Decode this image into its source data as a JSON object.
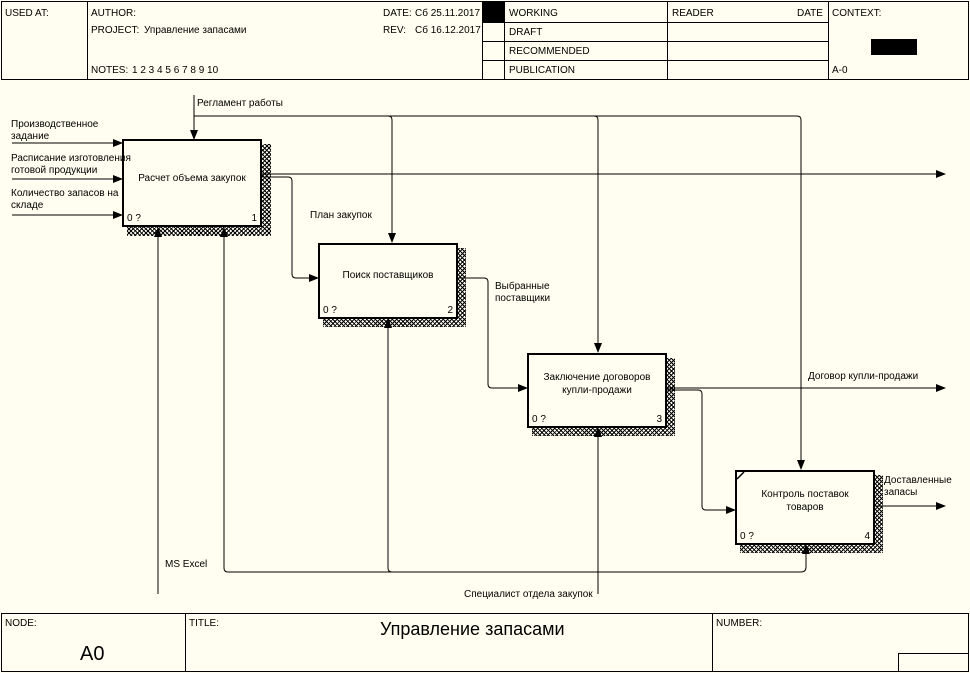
{
  "header": {
    "used_at_label": "USED AT:",
    "author_label": "AUTHOR:",
    "project_label": "PROJECT:",
    "project_value": "Управление запасами",
    "notes_label": "NOTES:",
    "notes_value": "1  2  3  4  5  6  7  8  9  10",
    "date_label": "DATE:",
    "date_value": "Сб 25.11.2017",
    "rev_label": "REV:",
    "rev_value": "Сб 16.12.2017",
    "status": [
      "WORKING",
      "DRAFT",
      "RECOMMENDED",
      "PUBLICATION"
    ],
    "reader_label": "READER",
    "reader_date_label": "DATE",
    "context_label": "CONTEXT:",
    "context_node": "A-0"
  },
  "diagram": {
    "boxes": [
      {
        "title": "Расчет объема закупок",
        "cost": "0 ?",
        "number": "1"
      },
      {
        "title": "Поиск поставщиков",
        "cost": "0 ?",
        "number": "2"
      },
      {
        "title": "Заключение договоров\nкупли-продажи",
        "cost": "0 ?",
        "number": "3"
      },
      {
        "title": "Контроль поставок\nтоваров",
        "cost": "0 ?",
        "number": "4"
      }
    ],
    "arrows": {
      "reglament": "Регламент работы",
      "prod_task": "Производственное\nзадание",
      "schedule": "Расписание изготовления\nготовой продукции",
      "stock": "Количество запасов на\nскладе",
      "plan": "План закупок",
      "selected": "Выбранные\nпоставщики",
      "contract": "Договор купли-продажи",
      "delivered": "Доставленные\nзапасы",
      "ms_excel": "MS Excel",
      "specialist": "Специалист отдела закупок"
    }
  },
  "footer": {
    "node_label": "NODE:",
    "node_value": "A0",
    "title_label": "TITLE:",
    "title_value": "Управление запасами",
    "number_label": "NUMBER:"
  }
}
